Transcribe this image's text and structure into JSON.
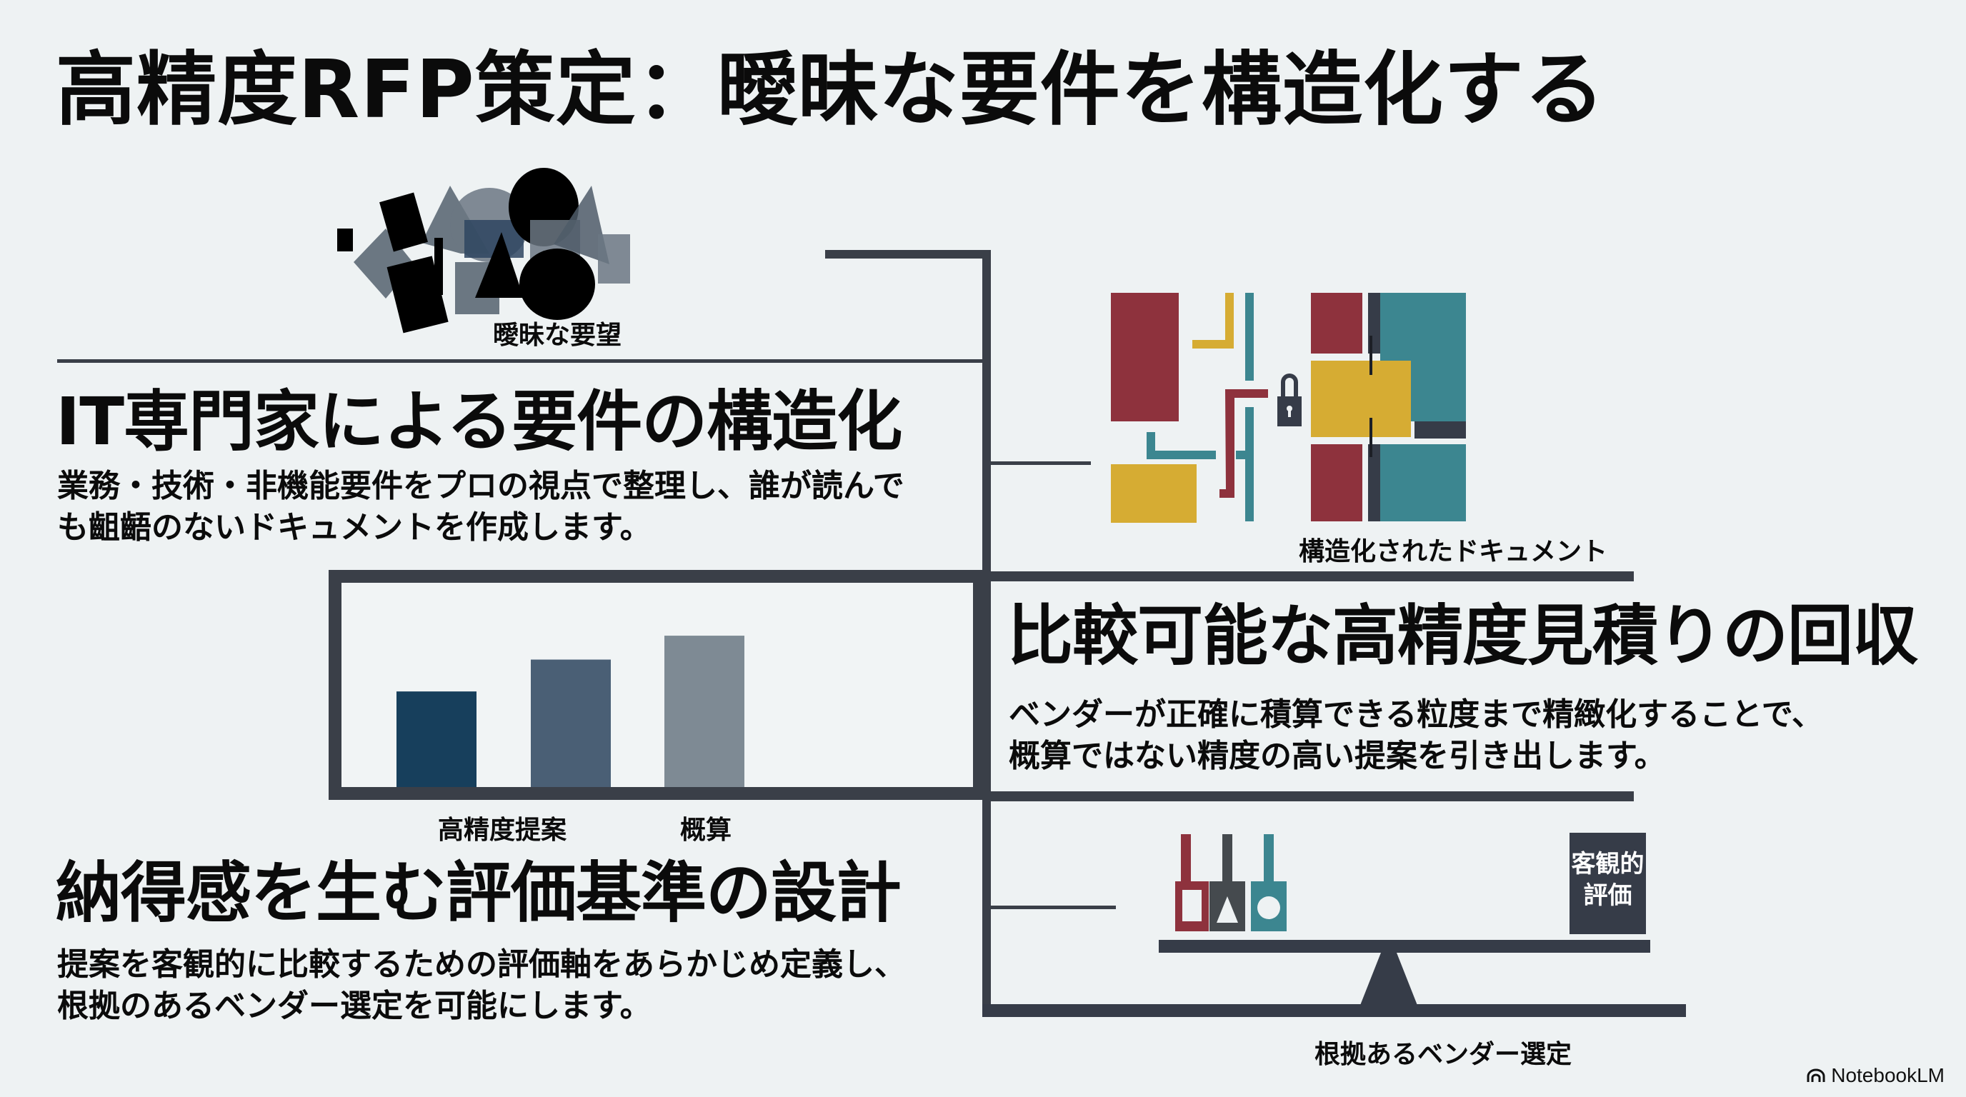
{
  "title": "高精度RFP策定：曖昧な要件を構造化する",
  "sections": [
    {
      "heading": "IT専門家による要件の構造化",
      "body_lines": [
        "業務・技術・非機能要件をプロの視点で整理し、誰が読んで",
        "も齟齬のないドキュメントを作成します。"
      ]
    },
    {
      "heading": "比較可能な高精度見積りの回収",
      "body_lines": [
        "ベンダーが正確に積算できる粒度まで精緻化することで、",
        "概算ではない精度の高い提案を引き出します。"
      ]
    },
    {
      "heading": "納得感を生む評価基準の設計",
      "body_lines": [
        "提案を客観的に比較するための評価軸をあらかじめ定義し、",
        "根拠のあるベンダー選定を可能にします。"
      ]
    }
  ],
  "illustrations": {
    "vague_shapes_caption": "曖昧な要望",
    "structured_doc_caption": "構造化されたドキュメント",
    "scale_box_label_lines": [
      "客観的",
      "評価"
    ],
    "scale_caption": "根拠あるベンダー選定",
    "scale_weights": [
      "square",
      "triangle",
      "circle"
    ]
  },
  "colors": {
    "red": "#8e323d",
    "yellow": "#d6ac33",
    "teal": "#3c8690",
    "dark": "#363c48",
    "bar1": "#173f5c",
    "bar2": "#4a5f75",
    "bar3": "#7e8a94"
  },
  "chart_data": {
    "type": "bar",
    "title": "",
    "categories": [
      "高精度提案",
      "",
      "概算"
    ],
    "tick_labels": [
      "高精度提案",
      "概算"
    ],
    "values": [
      60,
      80,
      95
    ],
    "xlabel": "",
    "ylabel": "",
    "ylim": [
      0,
      100
    ],
    "grid": false,
    "note": "Bars are unlabeled illustrative magnitudes (relative heights)"
  },
  "branding": {
    "logo_text": "NotebookLM",
    "logo_icon": "notebooklm-logo-icon"
  }
}
